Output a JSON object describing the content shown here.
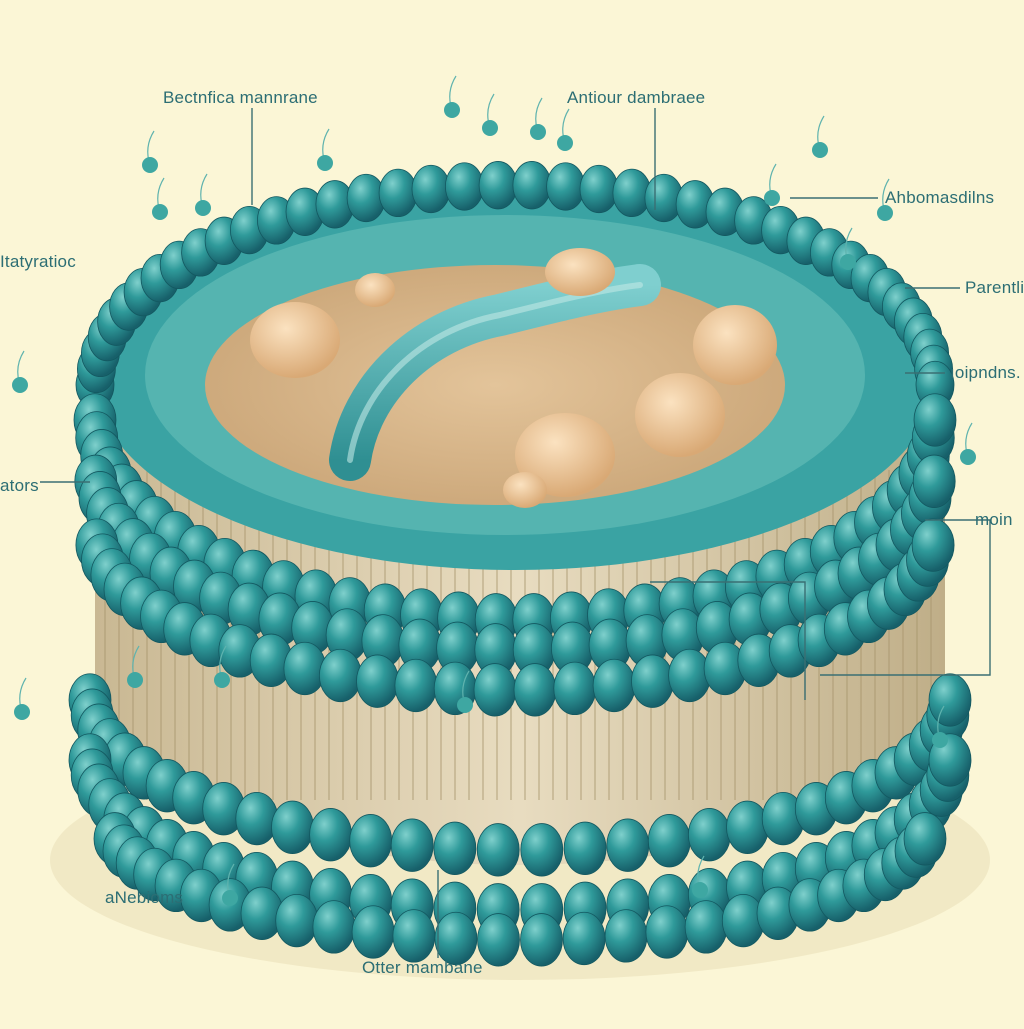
{
  "labels": {
    "top_left": "Bectnfica mannrane",
    "top_center": "Antiour dambraee",
    "right_1": "Ahbomasdilns",
    "left_1": "Itatyratioc",
    "right_2": "Parentli",
    "right_3": "ıoipndns.",
    "left_2": "ators",
    "right_4": "moin",
    "bottom_left": "aNebioms",
    "bottom_center": "Otter mambane"
  },
  "colors": {
    "background": "#fbf6d6",
    "membrane_teal": "#2f9a9a",
    "lipid_tail": "#d8c8a4",
    "interior": "#d9b58a",
    "label_text": "#2c6e74"
  }
}
